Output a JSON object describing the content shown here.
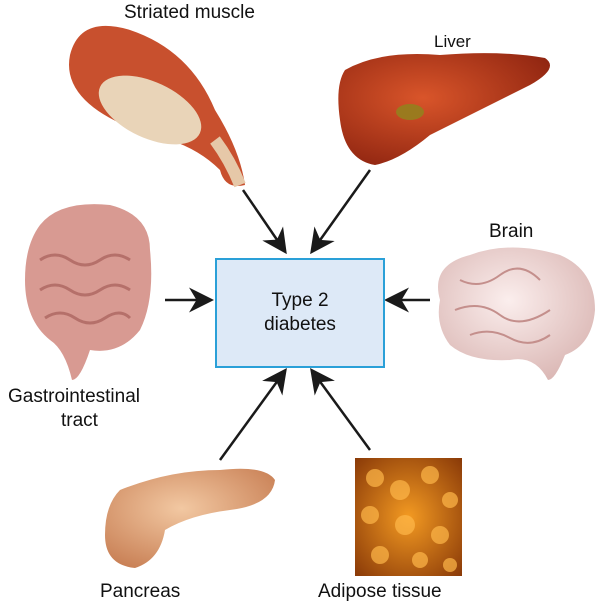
{
  "center": {
    "line1": "Type 2",
    "line2": "diabetes"
  },
  "labels": {
    "striated_muscle": "Striated muscle",
    "liver": "Liver",
    "brain": "Brain",
    "gi_line1": "Gastrointestinal",
    "gi_line2": "tract",
    "pancreas": "Pancreas",
    "adipose": "Adipose tissue"
  },
  "colors": {
    "box_fill": "#dde9f7",
    "box_border": "#2aa0d8",
    "arrow": "#1a1a1a"
  }
}
